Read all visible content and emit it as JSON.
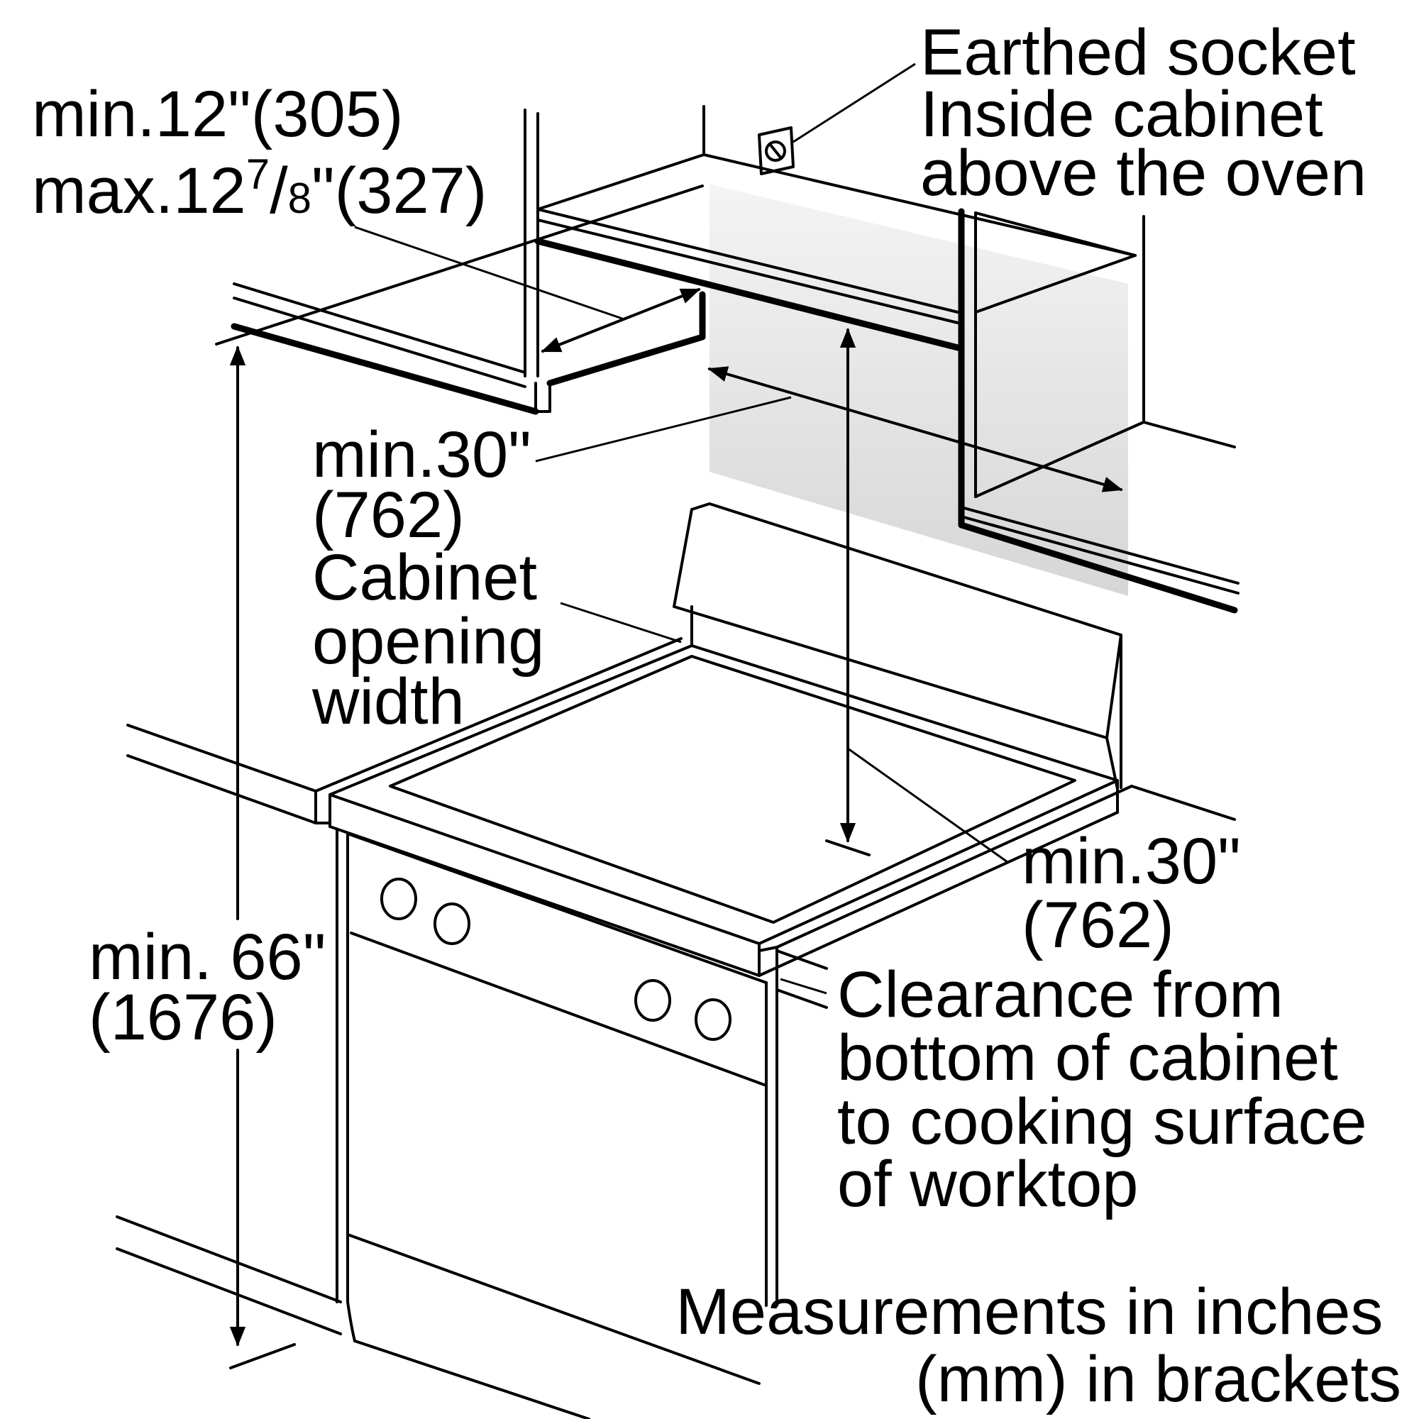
{
  "labels": {
    "socket": [
      "Earthed socket",
      "Inside cabinet",
      "above the oven"
    ],
    "depth_min": "min.12\"(305)",
    "depth_max_prefix": "max.12",
    "depth_max_sup": "7",
    "depth_max_slash": "/",
    "depth_max_sub": "8",
    "depth_max_suffix": "\"(327)",
    "width_in": "min.30\"",
    "width_mm": "(762)",
    "cabinet_opening": [
      "Cabinet",
      "opening",
      "width"
    ],
    "clearance_in": "min.30\"",
    "clearance_mm": "(762)",
    "clearance_desc": [
      "Clearance from",
      "bottom of cabinet",
      "to cooking surface",
      "of worktop"
    ],
    "height_in": "min. 66\"",
    "height_mm": "(1676)",
    "units_note": [
      "Measurements in inches",
      "(mm) in brackets"
    ]
  },
  "colors": {
    "line": "#000000",
    "wall_shade": "#d9d9d9",
    "background": "#ffffff"
  }
}
